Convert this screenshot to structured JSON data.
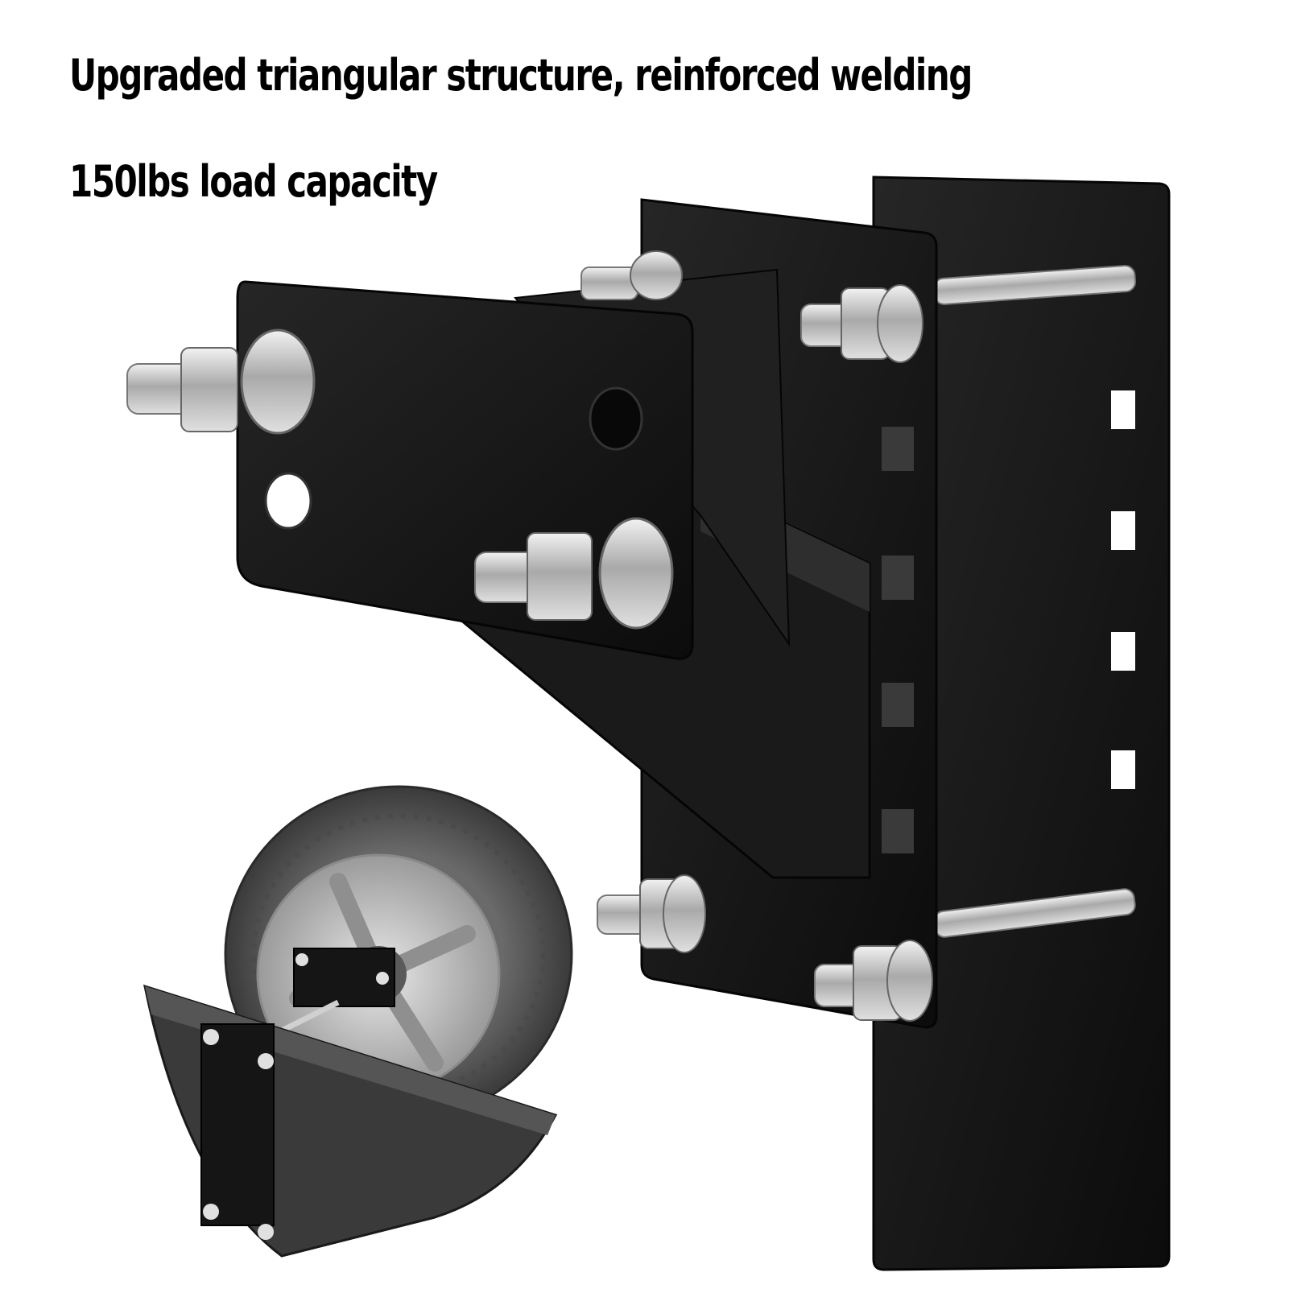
{
  "text": {
    "headline_1": "Upgraded triangular structure, reinforced welding",
    "headline_2": "150lbs load capacity"
  },
  "colors": {
    "background": "#ffffff",
    "text": "#000000",
    "bracket_black": "#141414",
    "steel": "#c8c8c8",
    "tire": "#555555",
    "rim": "#bdbdbd"
  },
  "image": {
    "subject": "spare-tire-carrier-bracket",
    "inset": "bracket-mounted-on-trailer-frame-with-tire"
  }
}
